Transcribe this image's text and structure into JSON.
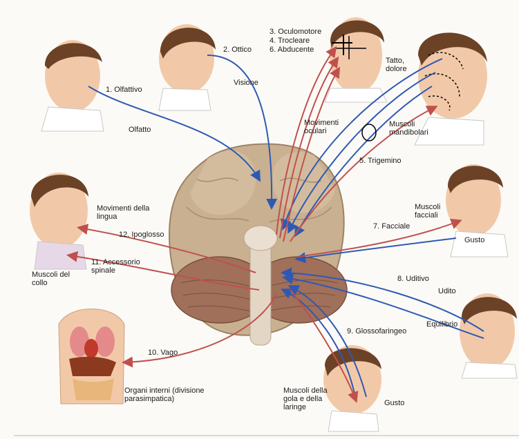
{
  "colors": {
    "motor_arrow": "#c0504d",
    "sensory_arrow": "#2e59b3",
    "skin": "#f2c9a8",
    "hair": "#6b4226",
    "brain": "#c9b090",
    "cerebellum": "#a0705a"
  },
  "labels": {
    "olfattivo": "1. Olfattivo",
    "olfatto": "Olfatto",
    "ottico": "2. Ottico",
    "visione": "Visione",
    "oculomotore": "3. Oculomotore",
    "trocleare": "4. Trocleare",
    "abducente": "6. Abducente",
    "movimenti_oculari": "Movimenti oculari",
    "tatto_dolore": "Tatto, dolore",
    "muscoli_mandibolari": "Muscoli mandibolari",
    "trigemino": "5. Trigemino",
    "movimenti_lingua": "Movimenti della lingua",
    "ipoglosso": "12. Ipoglosso",
    "muscoli_collo": "Muscoli del collo",
    "accessorio": "11. Accessorio spinale",
    "muscoli_facciali": "Muscoli facciali",
    "facciale": "7. Facciale",
    "gusto_face": "Gusto",
    "uditivo": "8. Uditivo",
    "udito": "Udito",
    "equilibrio": "Equilibrio",
    "glossofaringeo": "9. Glossofaringeo",
    "vago": "10. Vago",
    "organi_interni": "Organi interni (divisione parasimpatica)",
    "muscoli_gola": "Muscoli della gola e della laringe",
    "gusto_throat": "Gusto"
  }
}
